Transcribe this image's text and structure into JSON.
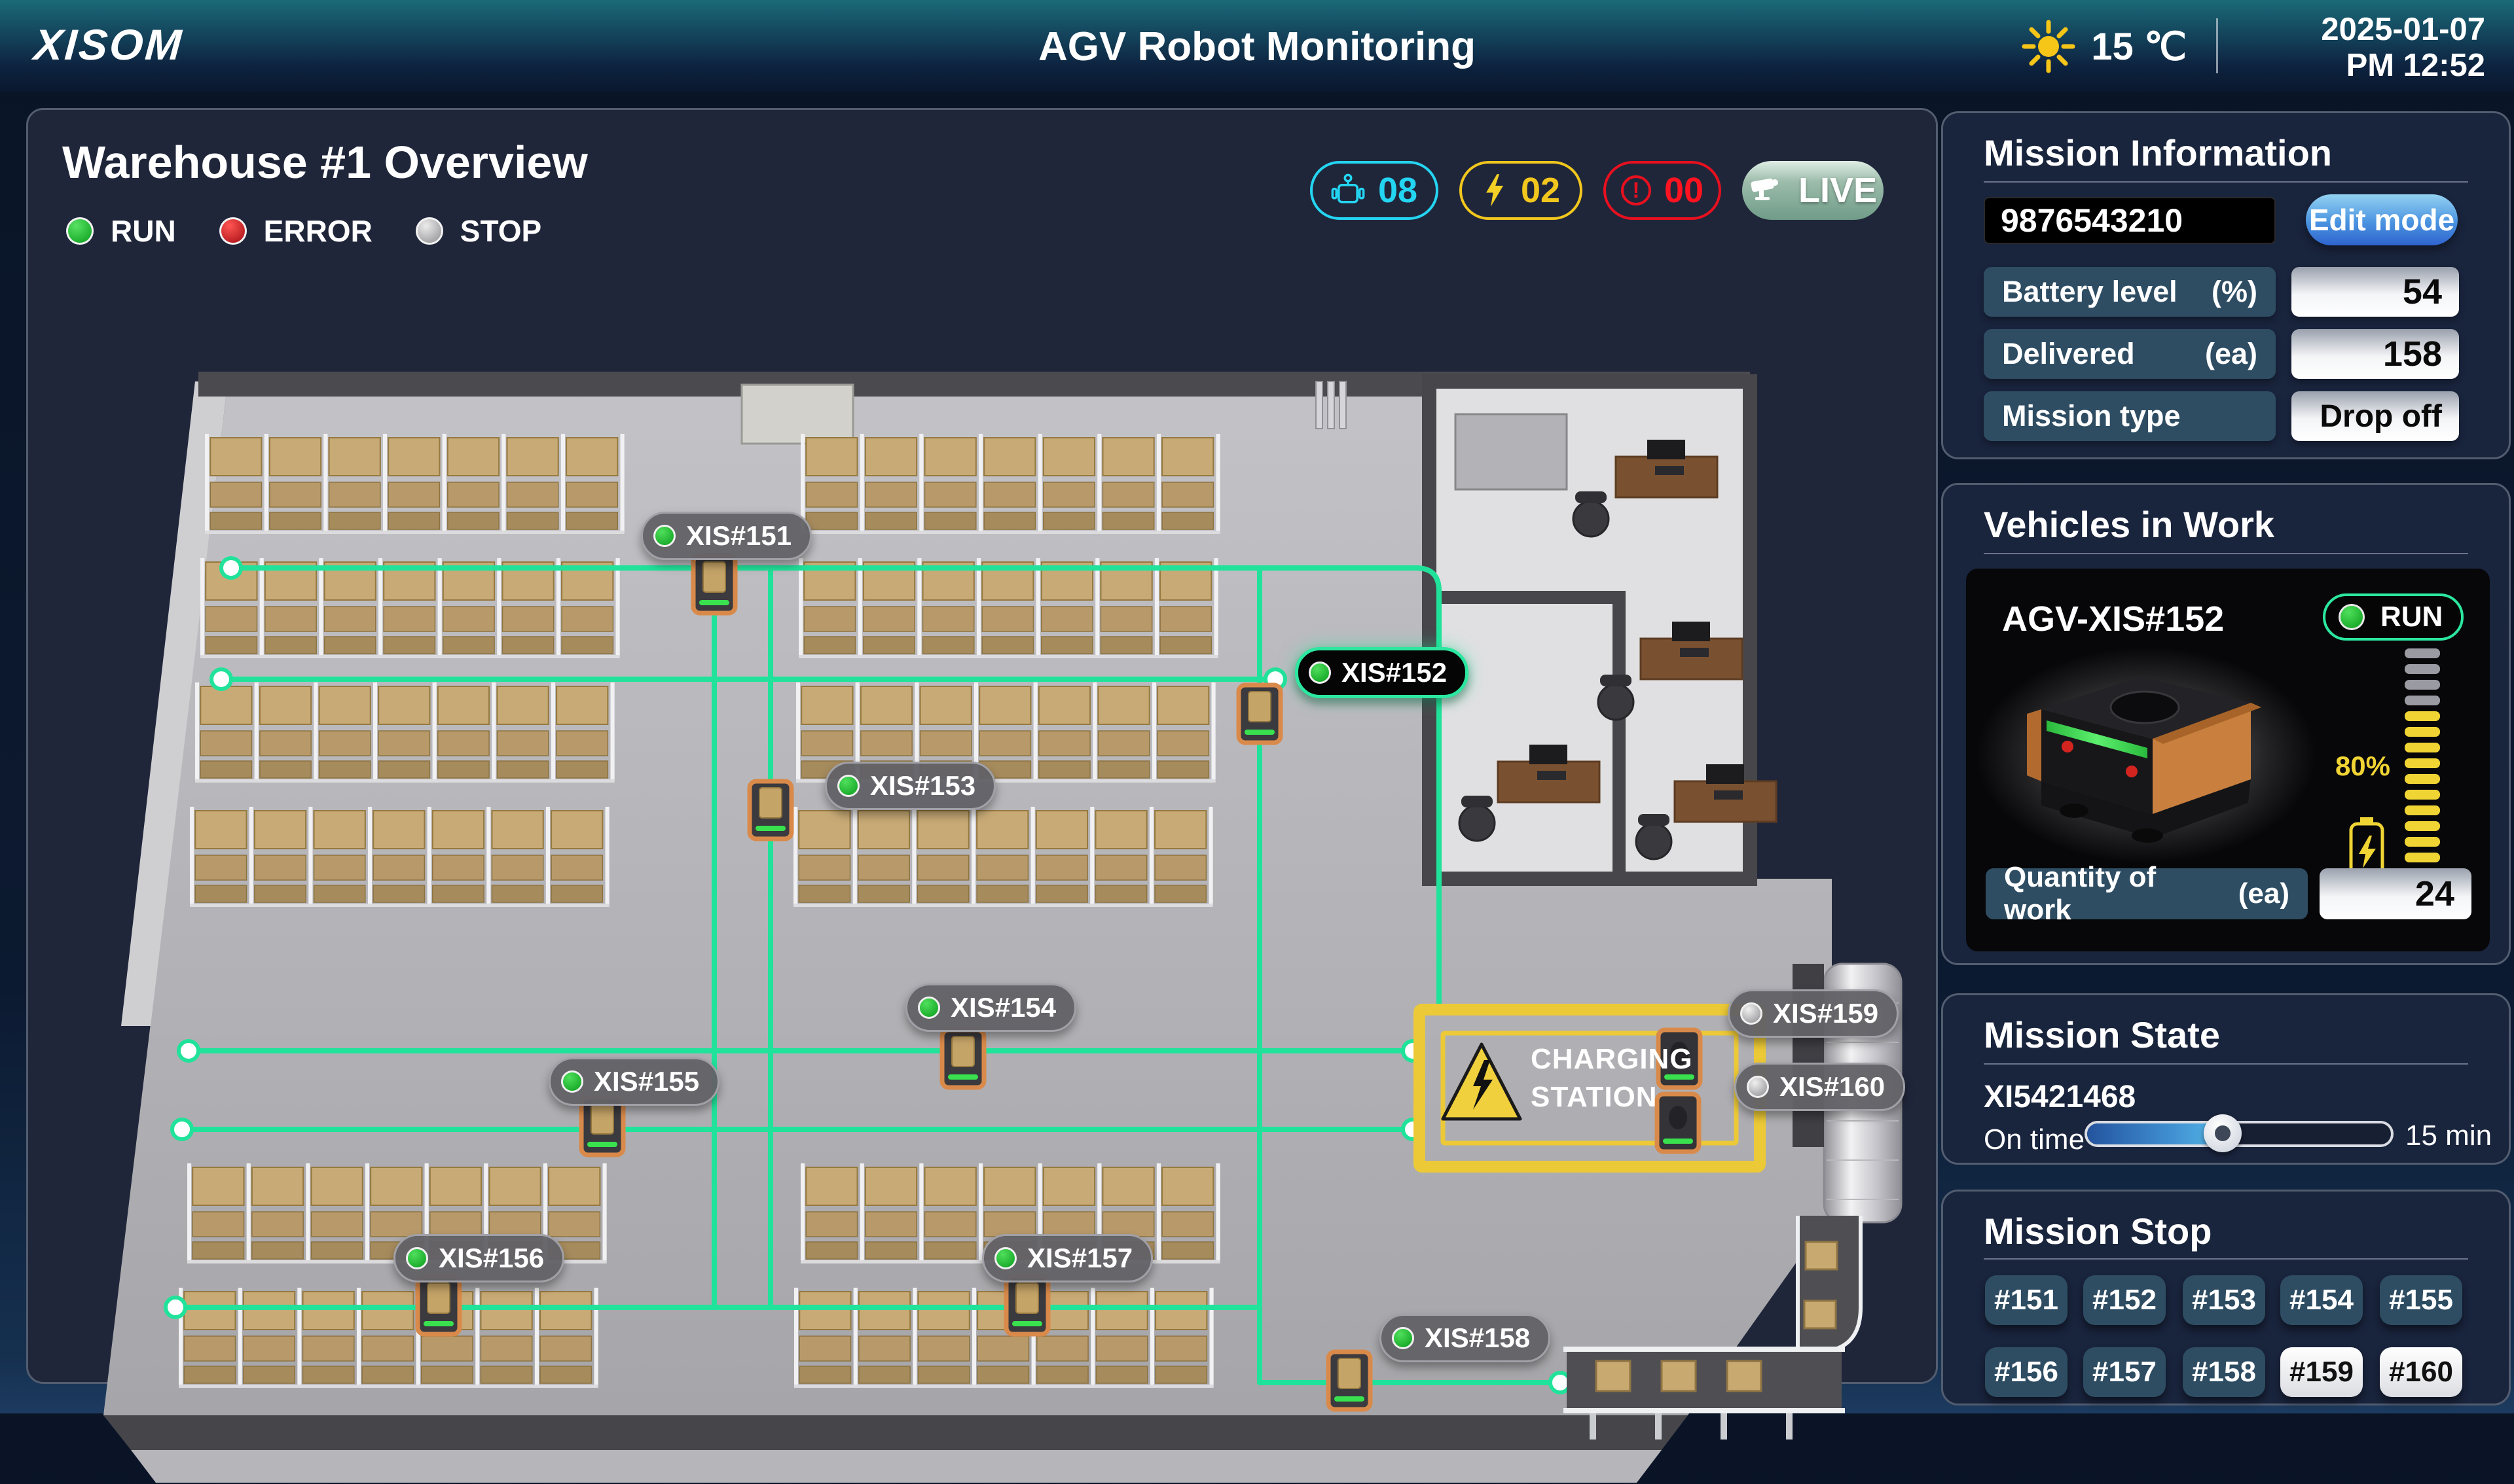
{
  "header": {
    "logo": "XISOM",
    "title": "AGV Robot Monitoring",
    "temperature": "15 ℃",
    "date": "2025-01-07",
    "time": "PM 12:52"
  },
  "overview": {
    "title": "Warehouse #1 Overview",
    "legend": [
      {
        "label": "RUN"
      },
      {
        "label": "ERROR"
      },
      {
        "label": "STOP"
      }
    ],
    "badges": {
      "robot_count": "08",
      "charging_count": "02",
      "error_count": "00",
      "live_label": "LIVE"
    }
  },
  "map": {
    "charging_station": {
      "line1": "CHARGING",
      "line2": "STATION"
    },
    "agvs": [
      {
        "label": "XIS#151",
        "status": "run",
        "selected": false
      },
      {
        "label": "XIS#152",
        "status": "run",
        "selected": true
      },
      {
        "label": "XIS#153",
        "status": "run",
        "selected": false
      },
      {
        "label": "XIS#154",
        "status": "run",
        "selected": false
      },
      {
        "label": "XIS#155",
        "status": "run",
        "selected": false
      },
      {
        "label": "XIS#156",
        "status": "run",
        "selected": false
      },
      {
        "label": "XIS#157",
        "status": "run",
        "selected": false
      },
      {
        "label": "XIS#158",
        "status": "run",
        "selected": false
      },
      {
        "label": "XIS#159",
        "status": "stop",
        "selected": false
      },
      {
        "label": "XIS#160",
        "status": "stop",
        "selected": false
      }
    ]
  },
  "mission_information": {
    "title": "Mission Information",
    "mission_id": "9876543210",
    "edit_button": "Edit mode",
    "rows": [
      {
        "label": "Battery level",
        "unit": "(%)",
        "value": "54"
      },
      {
        "label": "Delivered",
        "unit": "(ea)",
        "value": "158"
      },
      {
        "label": "Mission type",
        "unit": "",
        "value": "Drop off"
      }
    ]
  },
  "vehicles_in_work": {
    "title": "Vehicles in Work",
    "vehicle_name": "AGV-XIS#152",
    "status": "RUN",
    "battery_percent": "80%",
    "quantity_label": "Quantity of work",
    "quantity_unit": "(ea)",
    "quantity_value": "24"
  },
  "mission_state": {
    "title": "Mission State",
    "mission_code": "XI5421468",
    "progress_label": "On time",
    "duration": "15 min"
  },
  "mission_stop": {
    "title": "Mission Stop",
    "buttons": [
      {
        "label": "#151"
      },
      {
        "label": "#152"
      },
      {
        "label": "#153"
      },
      {
        "label": "#154"
      },
      {
        "label": "#155"
      },
      {
        "label": "#156"
      },
      {
        "label": "#157"
      },
      {
        "label": "#158"
      },
      {
        "label": "#159"
      },
      {
        "label": "#160"
      }
    ]
  },
  "colors": {
    "accent_path": "#21e29a",
    "robot_badge": "#24d5f2",
    "charge_badge": "#f2c71d",
    "error_badge": "#e8101f",
    "battery_yellow": "#f0d434",
    "charging_zone": "#ecc937"
  }
}
